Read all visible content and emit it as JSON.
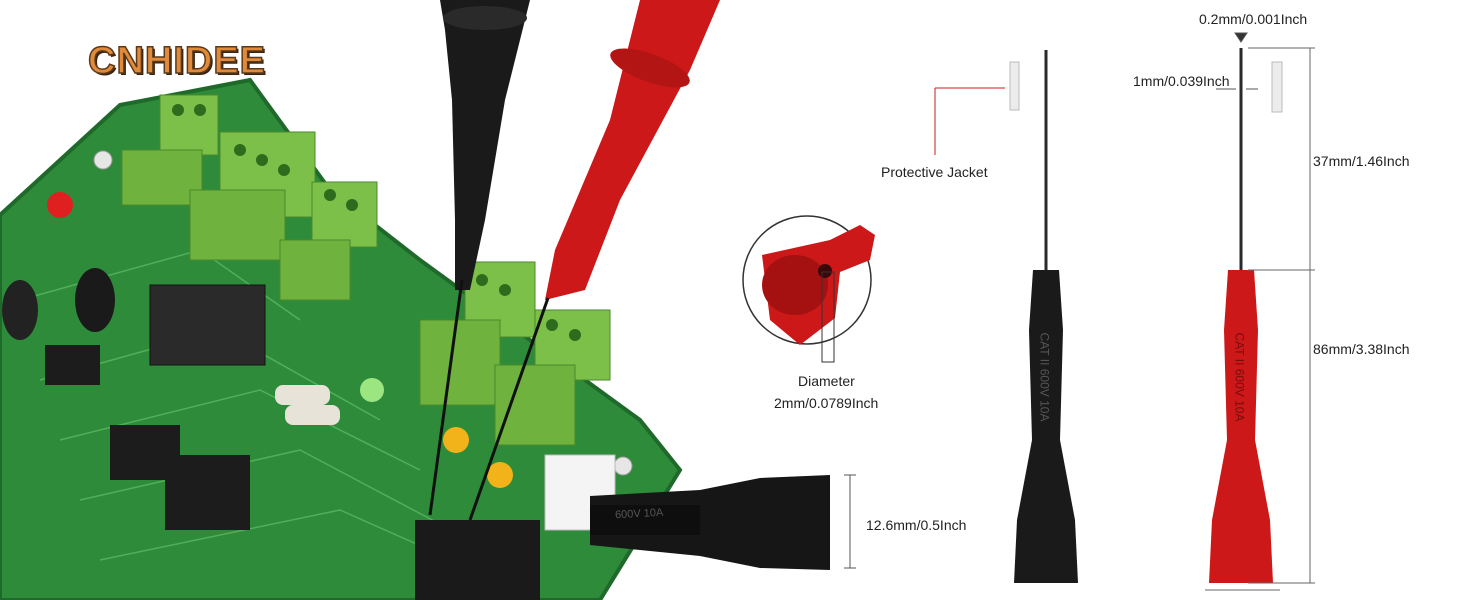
{
  "brand": "CNHIDEE",
  "labels": {
    "protective_jacket": "Protective Jacket",
    "diameter_title": "Diameter",
    "diameter_value": "2mm/0.0789Inch",
    "tip_width": "0.2mm/0.001Inch",
    "needle_width": "1mm/0.039Inch",
    "needle_length": "37mm/1.46Inch",
    "body_length": "86mm/3.38Inch",
    "base_diameter": "12.6mm/0.5Inch",
    "probe_marking": "CAT II 600V 10A",
    "cable_marking": "600V 10A"
  },
  "colors": {
    "pcb_green": "#2e8b3a",
    "terminal_green": "#7cc04a",
    "probe_red": "#d11a1a",
    "probe_black": "#1a1a1a",
    "brand_orange": "#e08a3a"
  }
}
